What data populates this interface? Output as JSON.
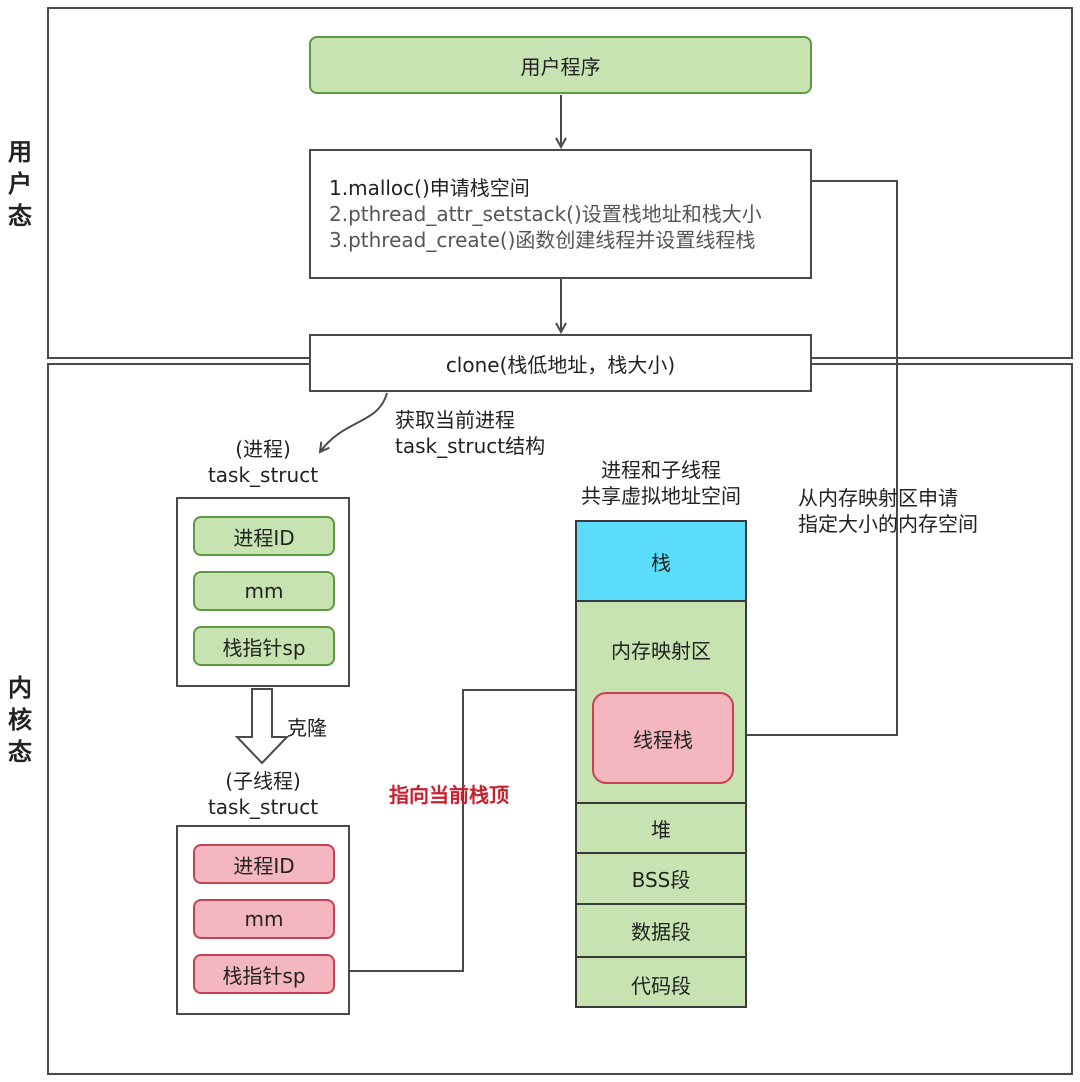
{
  "regions": {
    "user_label": [
      "用",
      "户",
      "态"
    ],
    "kernel_label": [
      "内",
      "核",
      "态"
    ]
  },
  "user_program": "用户程序",
  "steps": [
    "1.malloc()申请栈空间",
    "2.pthread_attr_setstack()设置栈地址和栈大小",
    "3.pthread_create()函数创建线程并设置线程栈"
  ],
  "clone_call": "clone(栈低地址，栈大小)",
  "get_current": [
    "获取当前进程",
    "task_struct结构"
  ],
  "parent_task": {
    "title": [
      "(进程)",
      "task_struct"
    ],
    "fields": [
      "进程ID",
      "mm",
      "栈指针sp"
    ]
  },
  "clone_label": "克隆",
  "child_task": {
    "title": [
      "(子线程)",
      "task_struct"
    ],
    "fields": [
      "进程ID",
      "mm",
      "栈指针sp"
    ]
  },
  "point_to_stack_top": "指向当前栈顶",
  "shared_space_title": [
    "进程和子线程",
    "共享虚拟地址空间"
  ],
  "memory": {
    "stack": "栈",
    "mmap": "内存映射区",
    "thread_stack": "线程栈",
    "heap": "堆",
    "bss": "BSS段",
    "data": "数据段",
    "code": "代码段"
  },
  "mmap_request": [
    "从内存映射区申请",
    "指定大小的内存空间"
  ],
  "colors": {
    "green_fill": "#c6e3b1",
    "green_border": "#5b9a3e",
    "pink_fill": "#f4b7bf",
    "pink_border": "#c94050",
    "stack_fill": "#5bdcfa",
    "accent_red": "#c8202f"
  }
}
